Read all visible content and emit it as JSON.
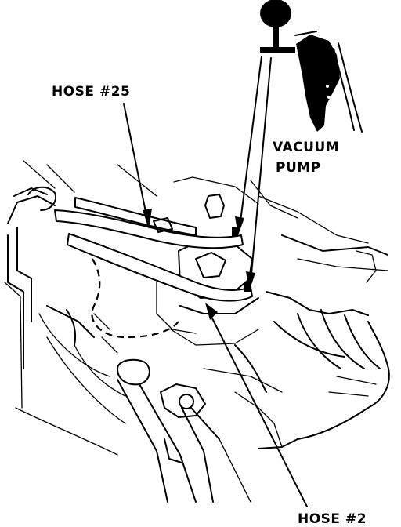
{
  "labels": {
    "hose_25": "HOSE #25",
    "vacuum_pump_line1": "VACUUM",
    "vacuum_pump_line2": "PUMP",
    "hose_2": "HOSE #2"
  },
  "colors": {
    "ink": "#000000",
    "paper": "#ffffff"
  }
}
